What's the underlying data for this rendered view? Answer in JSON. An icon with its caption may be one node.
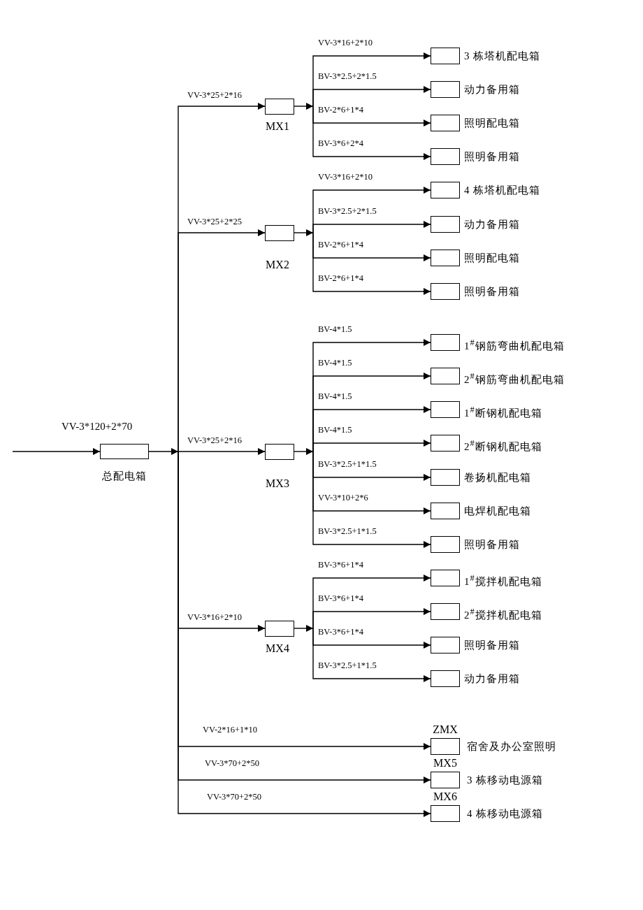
{
  "diagram": {
    "nodes": [
      {
        "text": [
          "总配电箱"
        ]
      },
      {
        "text": [
          "MX1"
        ]
      },
      {
        "text": [
          "3 栋塔机配电箱"
        ]
      },
      {
        "text": [
          "动力备用箱"
        ]
      },
      {
        "text": [
          "照明配电箱"
        ]
      },
      {
        "text": [
          "照明备用箱"
        ]
      },
      {
        "text": [
          "MX2"
        ]
      },
      {
        "text": [
          "4 栋塔机配电箱"
        ]
      },
      {
        "text": [
          "动力备用箱"
        ]
      },
      {
        "text": [
          "照明配电箱"
        ]
      },
      {
        "text": [
          "照明备用箱"
        ]
      },
      {
        "text": [
          "MX3"
        ]
      },
      {
        "text": [
          "1$^{#}$钢筋弯曲机配电箱"
        ]
      },
      {
        "text": [
          "2$^{#}$钢筋弯曲机配电箱"
        ]
      },
      {
        "text": [
          "1$^{#}$断钢机配电箱"
        ]
      },
      {
        "text": [
          "2$^{#}$断钢机配电箱"
        ]
      },
      {
        "text": [
          "卷扬机配电箱"
        ]
      },
      {
        "text": [
          "电焊机配电箱"
        ]
      },
      {
        "text": [
          "照明备用箱"
        ]
      },
      {
        "text": [
          "MX4"
        ]
      },
      {
        "text": [
          "1$^{#}$搅拌机配电箱"
        ]
      },
      {
        "text": [
          "2$^{#}$搅拌机配电箱"
        ]
      },
      {
        "text": [
          "照明备用箱"
        ]
      },
      {
        "text": [
          "动力备用箱"
        ]
      },
      {
        "text": [
          "ZMX"
        ],
        "beside": [
          "宿舍及办公室照明"
        ]
      },
      {
        "text": [
          "MX5"
        ],
        "beside": [
          "3 栋移动电源箱"
        ]
      },
      {
        "text": [
          "MX6"
        ],
        "beside": [
          "4 栋移动电源箱"
        ]
      }
    ],
    "edges": [
      {
        "from": null,
        "to": 0,
        "arrow": "to",
        "label": "VV-3*120+2*70"
      },
      {
        "from": 0,
        "to": 1,
        "arrow": "to",
        "label": "VV-3*25+2*16"
      },
      {
        "from": 1,
        "to": 2,
        "arrow": "to",
        "label": "VV-3*16+2*10"
      },
      {
        "from": 1,
        "to": 3,
        "arrow": "to",
        "label": "BV-3*2.5+2*1.5"
      },
      {
        "from": 1,
        "to": 4,
        "arrow": "to",
        "label": "BV-2*6+1*4"
      },
      {
        "from": 1,
        "to": 5,
        "arrow": "to",
        "label": "BV-3*6+2*4"
      },
      {
        "from": 0,
        "to": 6,
        "arrow": "to",
        "label": "VV-3*25+2*25"
      },
      {
        "from": 6,
        "to": 7,
        "arrow": "to",
        "label": "VV-3*16+2*10"
      },
      {
        "from": 6,
        "to": 8,
        "arrow": "to",
        "label": "BV-3*2.5+2*1.5"
      },
      {
        "from": 6,
        "to": 9,
        "arrow": "to",
        "label": "BV-2*6+1*4"
      },
      {
        "from": 6,
        "to": 10,
        "arrow": "to",
        "label": "BV-2*6+1*4"
      },
      {
        "from": 0,
        "to": 11,
        "arrow": "to",
        "label": "VV-3*25+2*16"
      },
      {
        "from": 11,
        "to": 12,
        "arrow": "to",
        "label": "BV-4*1.5"
      },
      {
        "from": 11,
        "to": 13,
        "arrow": "to",
        "label": "BV-4*1.5"
      },
      {
        "from": 11,
        "to": 14,
        "arrow": "to",
        "label": "BV-4*1.5"
      },
      {
        "from": 11,
        "to": 15,
        "arrow": "to",
        "label": "BV-4*1.5"
      },
      {
        "from": 11,
        "to": 16,
        "arrow": "to",
        "label": "BV-3*2.5+1*1.5"
      },
      {
        "from": 11,
        "to": 17,
        "arrow": "to",
        "label": "VV-3*10+2*6"
      },
      {
        "from": 11,
        "to": 18,
        "arrow": "to",
        "label": "BV-3*2.5+1*1.5"
      },
      {
        "from": 0,
        "to": 19,
        "arrow": "to",
        "label": "VV-3*16+2*10"
      },
      {
        "from": 19,
        "to": 20,
        "arrow": "to",
        "label": "BV-3*6+1*4"
      },
      {
        "from": 19,
        "to": 21,
        "arrow": "to",
        "label": "BV-3*6+1*4"
      },
      {
        "from": 19,
        "to": 22,
        "arrow": "to",
        "label": "BV-3*6+1*4"
      },
      {
        "from": 19,
        "to": 23,
        "arrow": "to",
        "label": "BV-3*2.5+1*1.5"
      },
      {
        "from": 0,
        "to": 24,
        "arrow": "to",
        "label": "VV-2*16+1*10"
      },
      {
        "from": 0,
        "to": 25,
        "arrow": "to",
        "label": "VV-3*70+2*50"
      },
      {
        "from": 0,
        "to": 26,
        "arrow": "to",
        "label": "VV-3*70+2*50"
      }
    ]
  }
}
